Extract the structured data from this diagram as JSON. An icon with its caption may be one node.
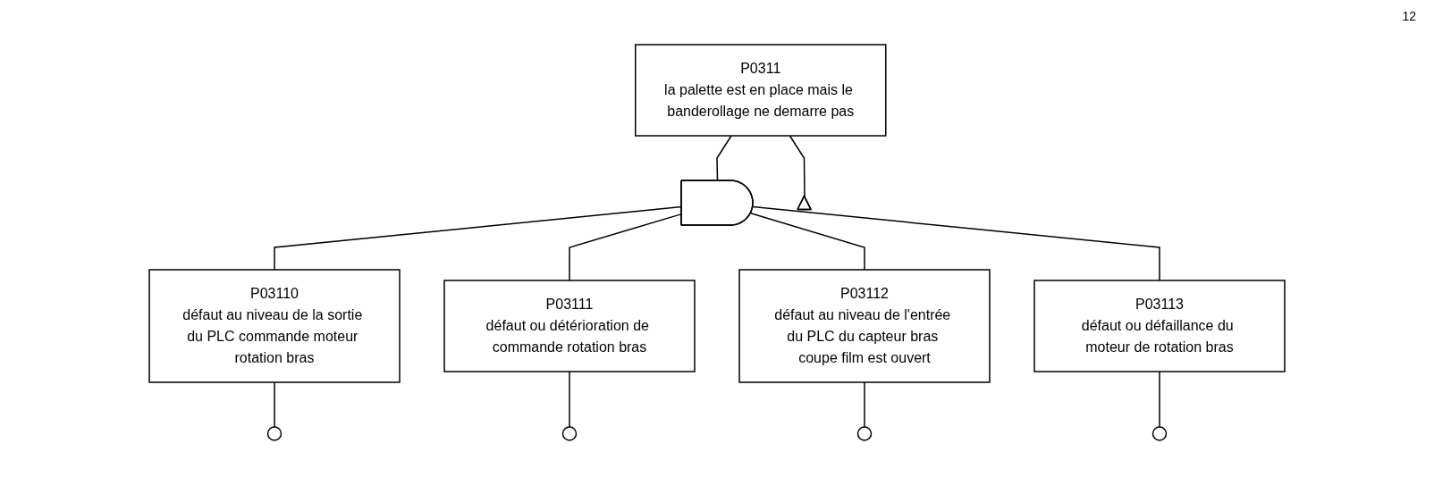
{
  "diagram": {
    "nodes": [
      {
        "text": [
          "P0311",
          "la palette est en place mais le banderollage ne demarre pas"
        ]
      },
      {
        "text": [],
        "shape": "triangle"
      },
      {
        "text": [],
        "shape": "gate"
      },
      {
        "text": [
          "P03110",
          "défaut au niveau de la sortie du PLC commande moteur rotation bras"
        ]
      },
      {
        "text": [],
        "shape": "circle"
      },
      {
        "text": [
          "P03111",
          "défaut ou détérioration de commande rotation bras"
        ]
      },
      {
        "text": [],
        "shape": "circle"
      },
      {
        "text": [
          "P03112",
          "défaut au niveau de l'entrée du PLC du capteur bras coupe film est ouvert"
        ]
      },
      {
        "text": [],
        "shape": "circle"
      },
      {
        "text": [
          "P03113",
          "défaut ou défaillance du moteur de rotation bras"
        ]
      },
      {
        "text": [],
        "shape": "circle"
      }
    ],
    "edges": [
      {
        "from": 0,
        "to": 2,
        "arrow": "none"
      },
      {
        "from": 2,
        "to": 3,
        "arrow": "none"
      },
      {
        "from": 2,
        "to": 5,
        "arrow": "none"
      },
      {
        "from": 2,
        "to": 7,
        "arrow": "none"
      },
      {
        "from": 2,
        "to": 9,
        "arrow": "none"
      },
      {
        "from": 3,
        "to": 4,
        "arrow": "none"
      },
      {
        "from": 5,
        "to": 6,
        "arrow": "none"
      },
      {
        "from": 7,
        "to": 8,
        "arrow": "none"
      },
      {
        "from": 9,
        "to": 10,
        "arrow": "none"
      },
      {
        "from": 0,
        "to": 1,
        "arrow": "none"
      }
    ],
    "labels": [
      "12"
    ]
  }
}
